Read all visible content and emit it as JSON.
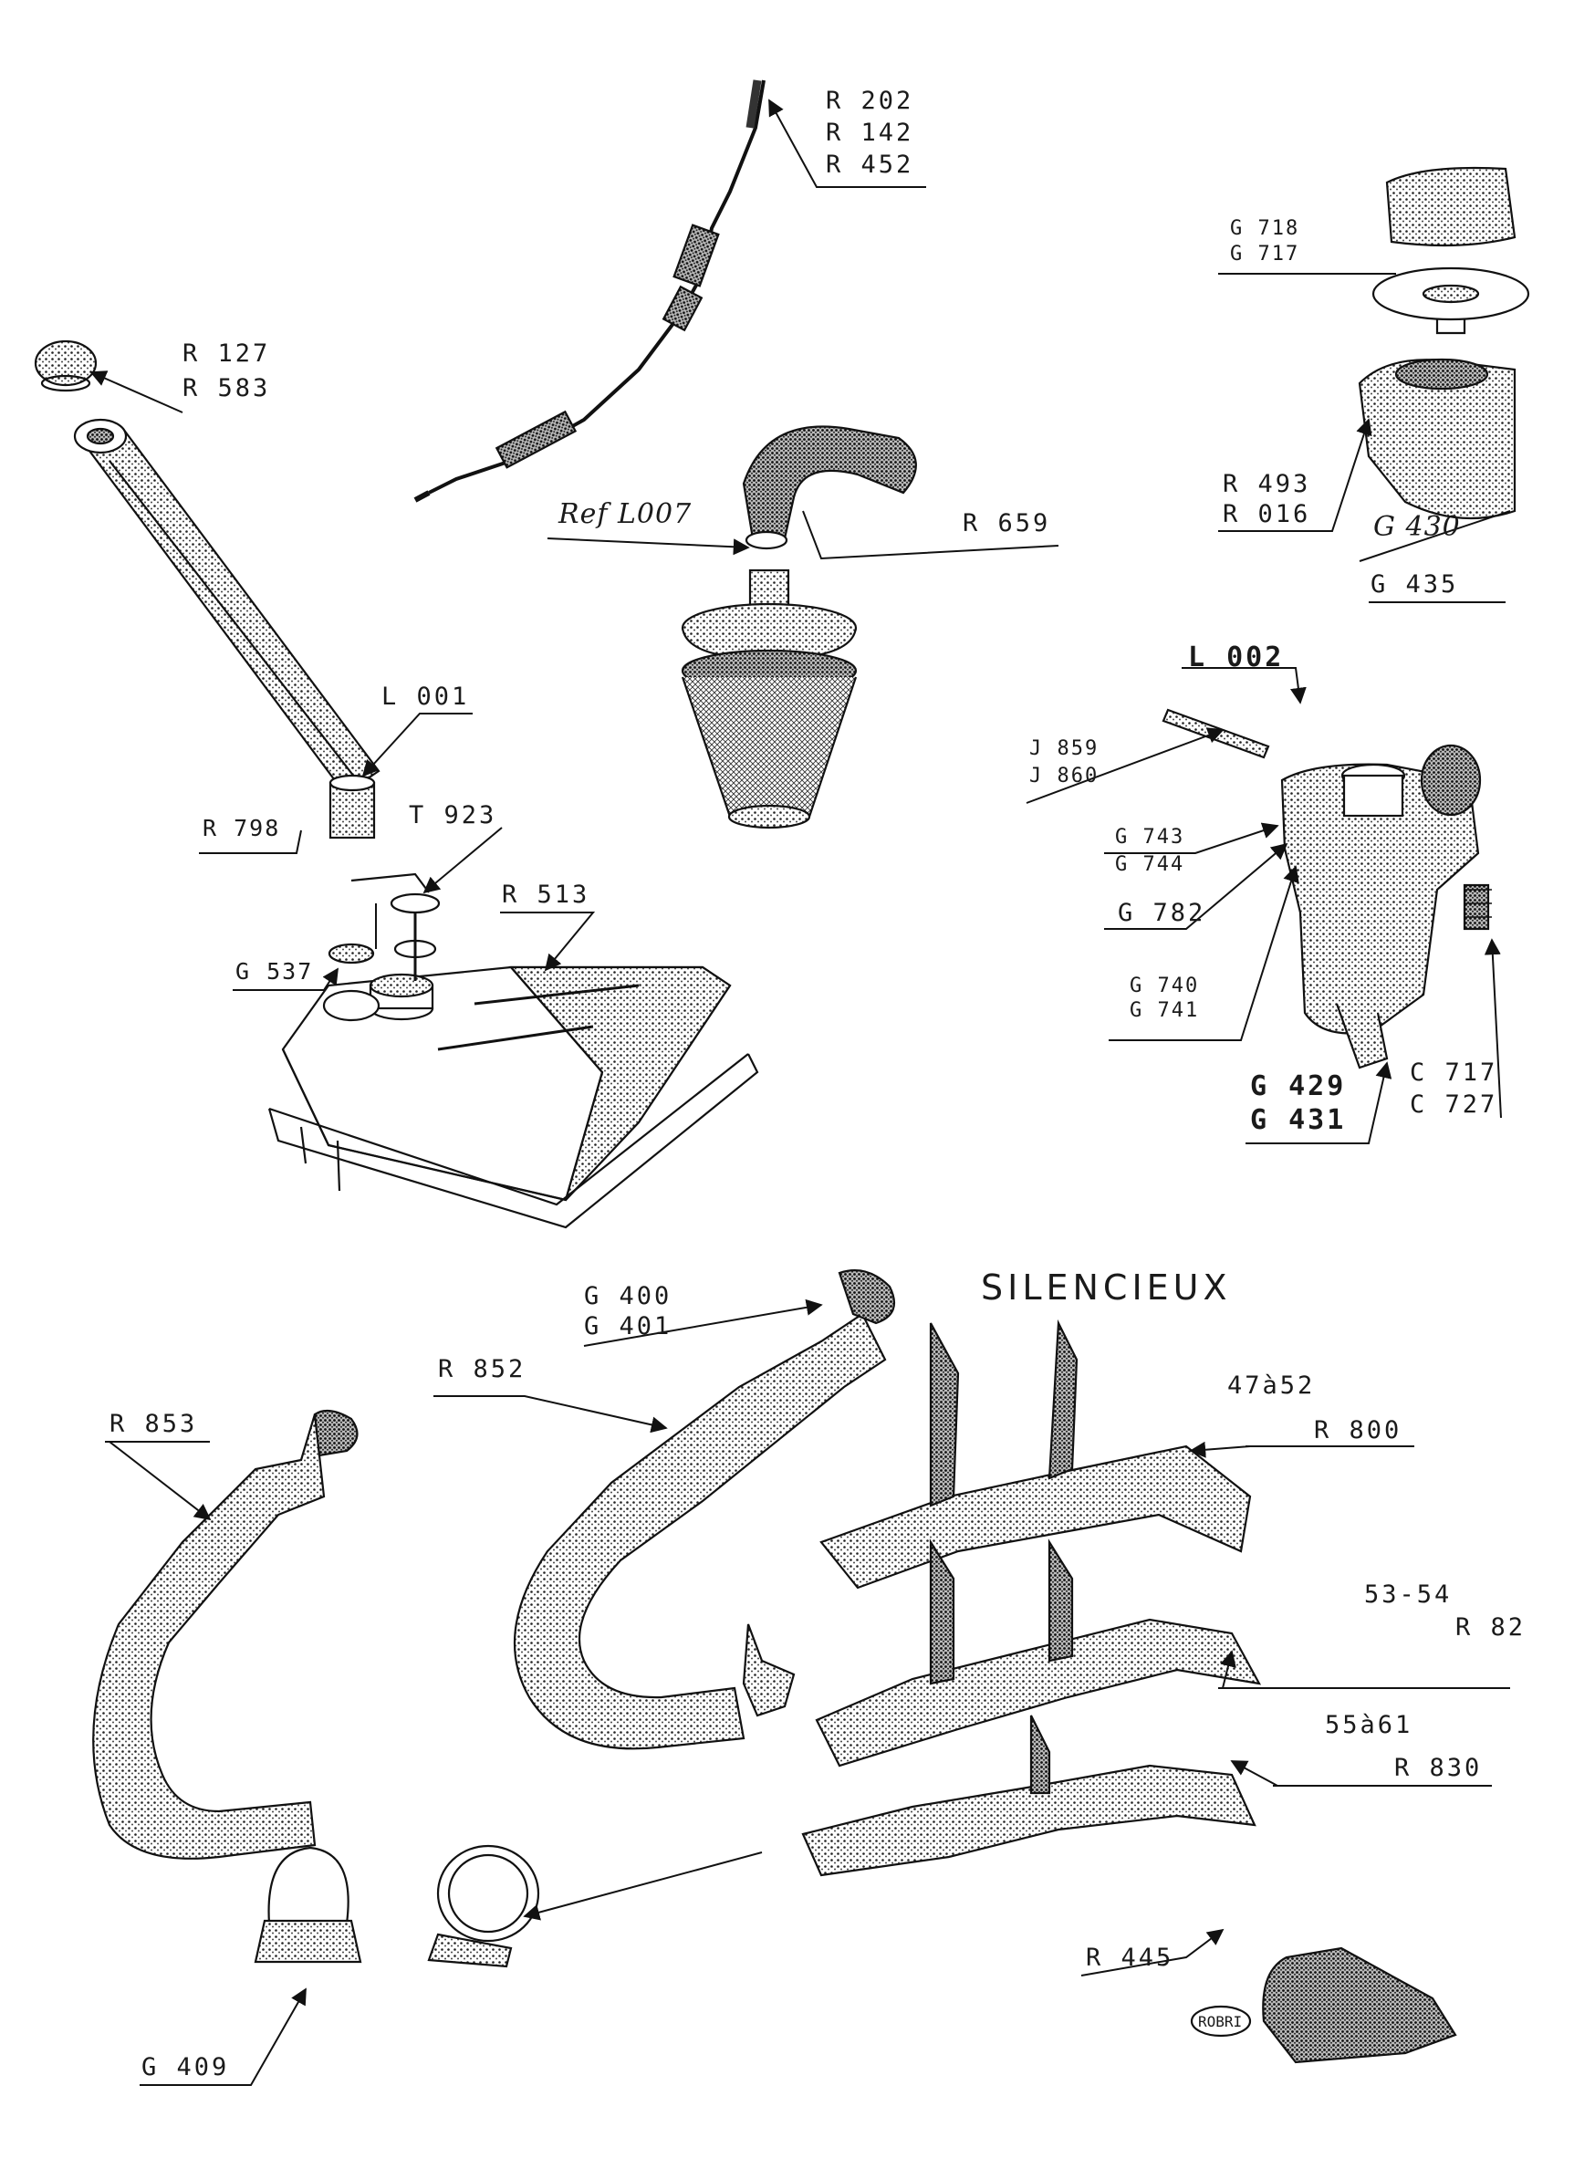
{
  "title": "SILENCIEUX",
  "labels": {
    "r202": "R 202",
    "r142": "R 142",
    "r452": "R 452",
    "r127": "R 127",
    "r583": "R 583",
    "ref_l007": "Ref L007",
    "r659": "R 659",
    "l001": "L 001",
    "r798": "R 798",
    "t923": "T 923",
    "r513": "R 513",
    "g537": "G 537",
    "g718": "G 718",
    "g717": "G 717",
    "r493": "R 493",
    "r016": "R 016",
    "g430": "G 430",
    "g435": "G 435",
    "l002": "L 002",
    "j859": "J 859",
    "j860": "J 860",
    "g743": "G 743",
    "g744": "G 744",
    "g782": "G 782",
    "g740": "G 740",
    "g741": "G 741",
    "g429": "G 429",
    "g431": "G 431",
    "c717": "C 717",
    "c727": "C 727",
    "g400": "G 400",
    "g401": "G 401",
    "r852": "R 852",
    "r853": "R 853",
    "range_47_52": "47à52",
    "r800": "R 800",
    "range_53_54": "53-54",
    "r82": "R 82",
    "range_55_61": "55à61",
    "r830": "R 830",
    "r445": "R 445",
    "g409": "G 409",
    "robri": "ROBRI"
  }
}
